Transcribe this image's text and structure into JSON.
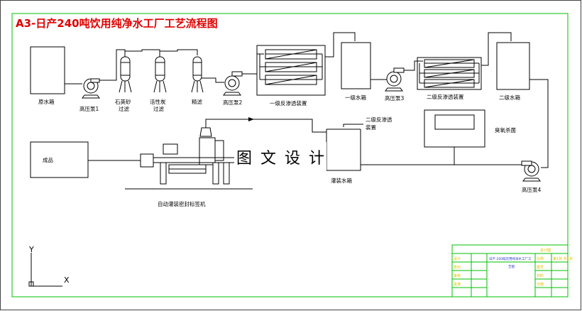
{
  "title": "A3-日产240吨饮用纯净水工厂工艺流程图",
  "watermark": "图文设计",
  "colors": {
    "title": "#e00000",
    "frame_green": "#00c000",
    "tb_yellow": "#e0c000",
    "tb_blue": "#2030d0"
  },
  "labels": {
    "raw_tank": "原水箱",
    "pump1": "高压泵1",
    "quartz_filter": [
      "石英砂",
      "过滤"
    ],
    "carbon_filter": [
      "活性炭",
      "过滤"
    ],
    "fine_filter": "精滤",
    "pump2": "高压泵2",
    "ro1": "一级反渗透装置",
    "tank1": "一级水箱",
    "pump3": "高压泵3",
    "ro2": "二级反渗透装置",
    "tank2": "二级水箱",
    "ro2_note": [
      "二级反渗透",
      "装置"
    ],
    "ozone": "臭氧杀菌",
    "product": "成品",
    "filling_tank": "灌装水箱",
    "pump4": "高压泵4",
    "filling_machine": "自动灌装密封标签机"
  },
  "axes": {
    "y": "Y",
    "x": "X"
  },
  "title_block": {
    "top_note": "设计图",
    "cell_text": [
      "日产 240吨饮用纯净水工厂工",
      "艺图"
    ],
    "left_col": [
      "设计",
      "校对",
      "审核",
      "批准"
    ],
    "right_col": [
      "比例",
      "图号",
      "材料",
      "日期"
    ],
    "right_top": "第1张 共1张"
  }
}
